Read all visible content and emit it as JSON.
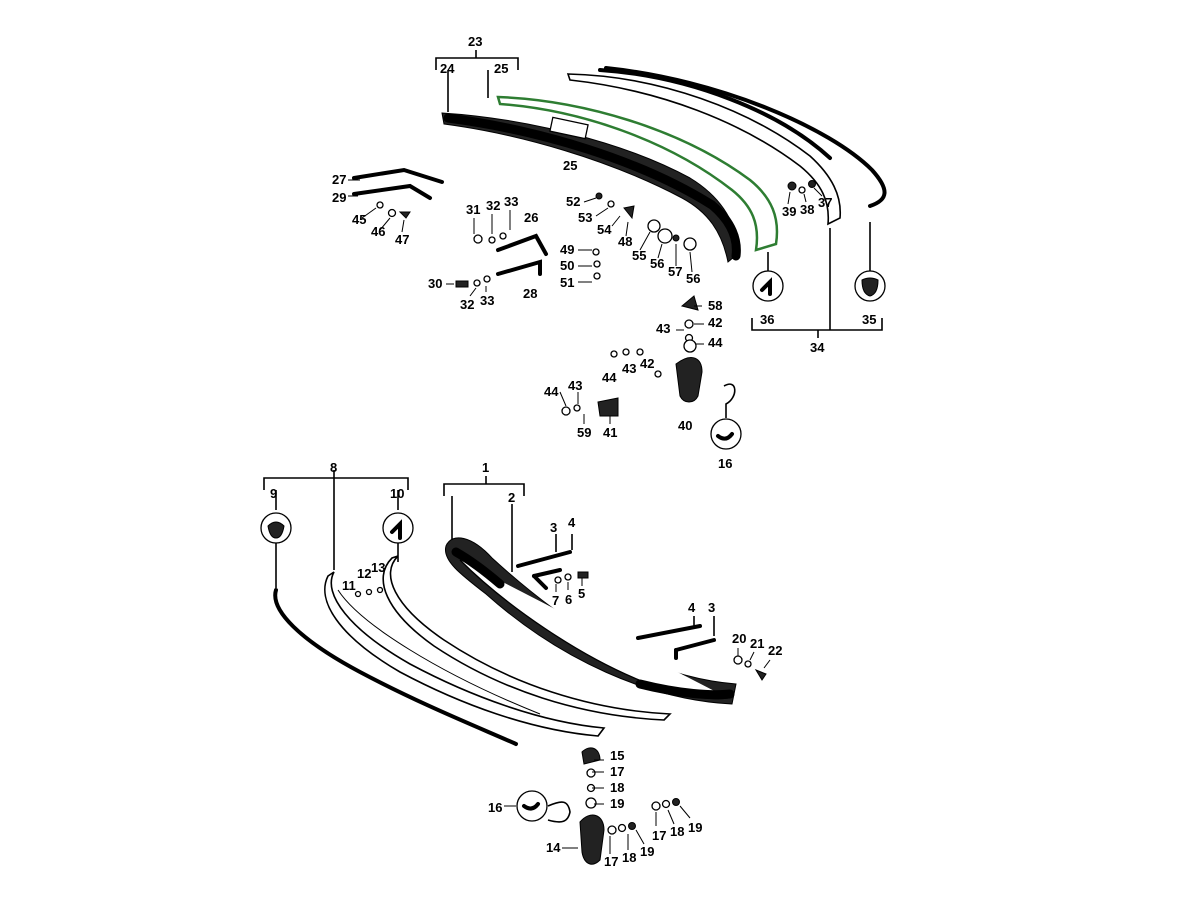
{
  "labels": {
    "l1": "1",
    "l2": "2",
    "l3a": "3",
    "l4a": "4",
    "l3b": "3",
    "l4b": "4",
    "l5": "5",
    "l6": "6",
    "l7": "7",
    "l8": "8",
    "l9": "9",
    "l10": "10",
    "l11": "11",
    "l12": "12",
    "l13": "13",
    "l14": "14",
    "l15": "15",
    "l16a": "16",
    "l16b": "16",
    "l17a": "17",
    "l17b": "17",
    "l17c": "17",
    "l18a": "18",
    "l18b": "18",
    "l18c": "18",
    "l19a": "19",
    "l19b": "19",
    "l19c": "19",
    "l20": "20",
    "l21": "21",
    "l22": "22",
    "l23": "23",
    "l24": "24",
    "l25a": "25",
    "l25b": "25",
    "l26": "26",
    "l27": "27",
    "l28": "28",
    "l29": "29",
    "l30": "30",
    "l31": "31",
    "l32a": "32",
    "l32b": "32",
    "l33a": "33",
    "l33b": "33",
    "l34": "34",
    "l35": "35",
    "l36": "36",
    "l37": "37",
    "l38": "38",
    "l39": "39",
    "l40": "40",
    "l41": "41",
    "l42a": "42",
    "l42b": "42",
    "l43a": "43",
    "l43b": "43",
    "l43c": "43",
    "l44a": "44",
    "l44b": "44",
    "l44c": "44",
    "l45": "45",
    "l46": "46",
    "l47": "47",
    "l48": "48",
    "l49": "49",
    "l50": "50",
    "l51": "51",
    "l52": "52",
    "l53": "53",
    "l54": "54",
    "l55": "55",
    "l56a": "56",
    "l56b": "56",
    "l57": "57",
    "l58": "58",
    "l59": "59"
  },
  "colors": {
    "line": "#000000",
    "highlight": "#2e7d32",
    "background": "#ffffff"
  }
}
